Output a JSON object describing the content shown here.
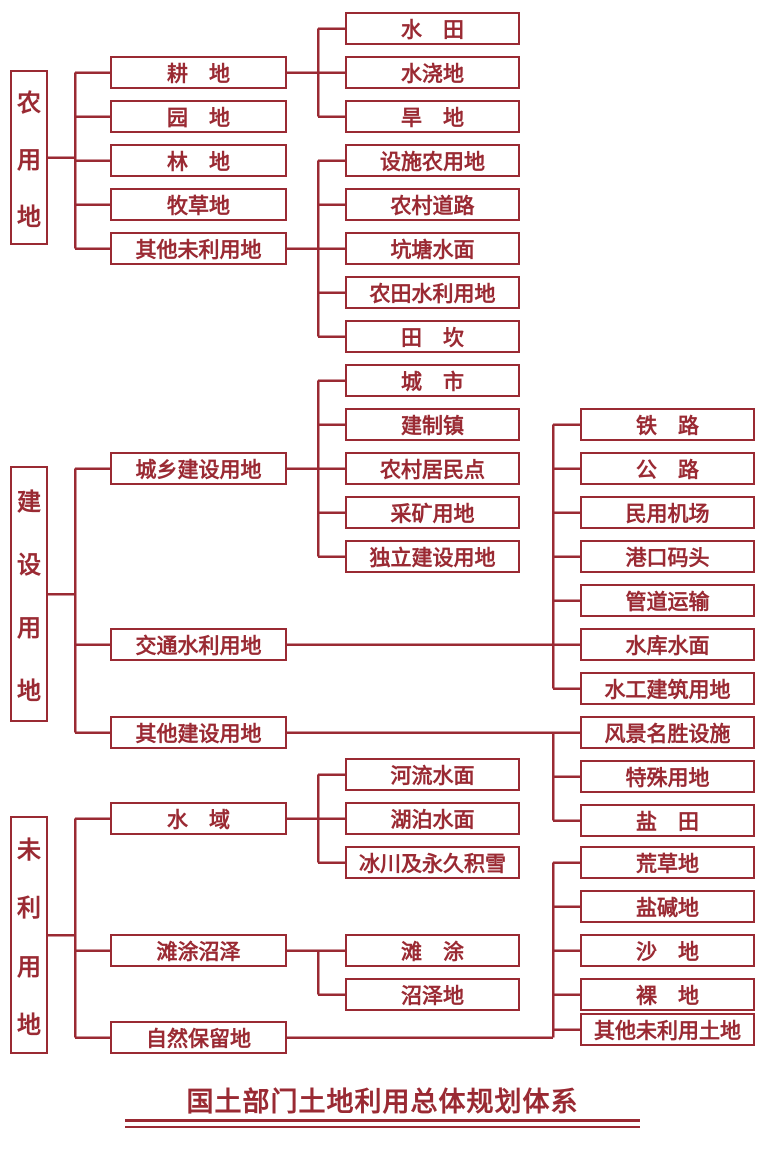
{
  "title": "国土部门土地利用总体规划体系",
  "colors": {
    "accent": "#9a2a33",
    "background": "#ffffff",
    "box_fill": "#ffffff"
  },
  "categories": [
    {
      "label": "农用地",
      "children": [
        {
          "label": "耕　地",
          "children": [
            "水　田",
            "水浇地",
            "旱　地"
          ]
        },
        {
          "label": "园　地",
          "children": []
        },
        {
          "label": "林　地",
          "children": []
        },
        {
          "label": "牧草地",
          "children": []
        },
        {
          "label": "其他未利用地",
          "children": [
            "设施农用地",
            "农村道路",
            "坑塘水面",
            "农田水利用地",
            "田　坎"
          ]
        }
      ]
    },
    {
      "label": "建设用地",
      "children": [
        {
          "label": "城乡建设用地",
          "children": [
            "城　市",
            "建制镇",
            "农村居民点",
            "采矿用地",
            "独立建设用地"
          ]
        },
        {
          "label": "交通水利用地",
          "children": [
            "铁　路",
            "公　路",
            "民用机场",
            "港口码头",
            "管道运输",
            "水库水面",
            "水工建筑用地"
          ]
        },
        {
          "label": "其他建设用地",
          "children": [
            "风景名胜设施",
            "特殊用地",
            "盐　田"
          ]
        }
      ]
    },
    {
      "label": "未利用地",
      "children": [
        {
          "label": "水　域",
          "children": [
            "河流水面",
            "湖泊水面",
            "冰川及永久积雪"
          ]
        },
        {
          "label": "滩涂沼泽",
          "children": [
            "滩　涂",
            "沼泽地"
          ]
        },
        {
          "label": "自然保留地",
          "children": [
            "荒草地",
            "盐碱地",
            "沙　地",
            "裸　地",
            "其他未利用土地"
          ]
        }
      ]
    }
  ]
}
